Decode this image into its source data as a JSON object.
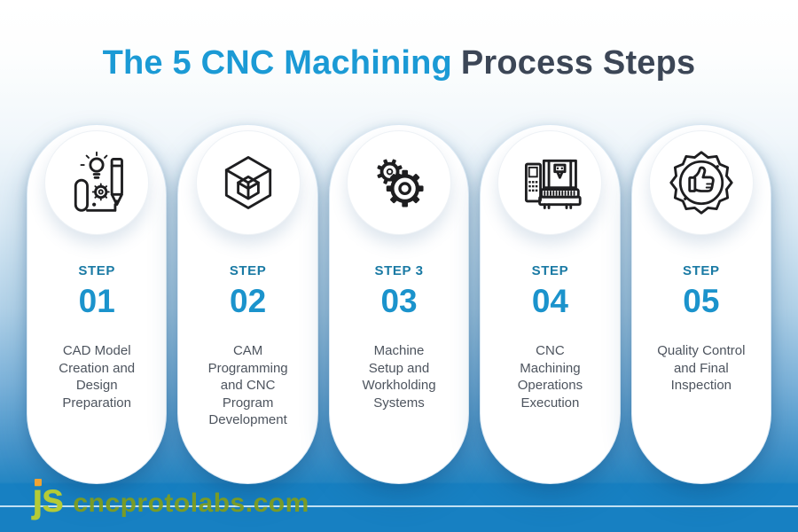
{
  "title": {
    "highlight": "The 5 CNC Machining",
    "rest": "Process Steps"
  },
  "steps": [
    {
      "label": "STEP",
      "number": "01",
      "icon": "cad-design-icon",
      "description": "CAD Model Creation and Design Preparation",
      "description_lines": [
        "CAD Model",
        "Creation and",
        "Design",
        "Preparation"
      ]
    },
    {
      "label": "STEP",
      "number": "02",
      "icon": "cube-model-icon",
      "description": "CAM Programming and CNC Program Development",
      "description_lines": [
        "CAM",
        "Programming",
        "and CNC",
        "Program",
        "Development"
      ]
    },
    {
      "label": "STEP 3",
      "number": "03",
      "icon": "gears-icon",
      "description": "Machine Setup and Workholding Systems",
      "description_lines": [
        "Machine",
        "Setup and",
        "Workholding",
        "Systems"
      ]
    },
    {
      "label": "STEP",
      "number": "04",
      "icon": "cnc-machine-icon",
      "description": "CNC Machining Operations Execution",
      "description_lines": [
        "CNC",
        "Machining",
        "Operations",
        "Execution"
      ]
    },
    {
      "label": "STEP",
      "number": "05",
      "icon": "quality-badge-icon",
      "description": "Quality Control and Final Inspection",
      "description_lines": [
        "Quality Control",
        "and Final",
        "Inspection"
      ]
    }
  ],
  "footer": {
    "logo": "js",
    "website": "cncprotolabs.com"
  },
  "colors": {
    "title_blue": "#1b9ad5",
    "title_dark": "#3c4656",
    "step_label_blue": "#1a7aa4",
    "step_number_blue": "#1b93cc",
    "description_gray": "#4d545e",
    "background_bottom_blue": "#1780c2",
    "watermark_green": "#b4cb36",
    "watermark_olive": "#7e9d1d",
    "watermark_dot_orange": "#f0a331"
  }
}
